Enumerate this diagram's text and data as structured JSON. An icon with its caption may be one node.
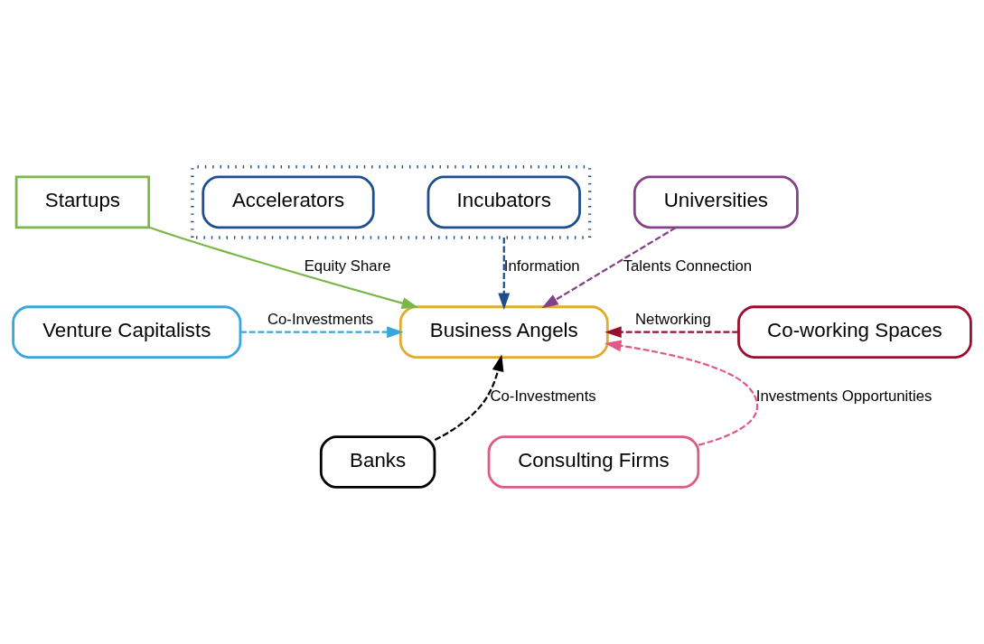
{
  "diagram": {
    "nodes": [
      {
        "text": [
          "Startups"
        ]
      },
      {
        "text": [],
        "shape": "box"
      },
      {
        "text": [
          "Incubators"
        ],
        "in": 1
      },
      {
        "text": [
          "Accelerators"
        ],
        "in": 1
      },
      {
        "text": [
          "Universities"
        ]
      },
      {
        "text": [
          "Business Angels"
        ]
      },
      {
        "text": [
          "Co-working Spaces"
        ]
      },
      {
        "text": [
          "Venture Capitalists"
        ]
      },
      {
        "text": [
          "Banks"
        ]
      },
      {
        "text": [
          "Consulting Firms"
        ]
      }
    ],
    "edges": [
      {
        "from": 0,
        "to": 5,
        "arrow": "to",
        "label": "Equity Share",
        "color": "#7ab648"
      },
      {
        "from": 1,
        "to": 5,
        "arrow": "to",
        "label": "Information",
        "style": "dashed",
        "color": "#1f4e8c"
      },
      {
        "from": 4,
        "to": 5,
        "arrow": "to",
        "label": "Talents Connection",
        "style": "dashed",
        "color": "#834187"
      },
      {
        "from": 6,
        "to": 5,
        "arrow": "to",
        "label": "Networking",
        "style": "dashed",
        "color": "#9a0f2f"
      },
      {
        "from": 7,
        "to": 5,
        "arrow": "to",
        "label": "Co-Investments",
        "style": "dashed",
        "color": "#3aa6dd"
      },
      {
        "from": 8,
        "to": 5,
        "arrow": "to",
        "label": "Co-Investments",
        "style": "dashed",
        "color": "#000000"
      },
      {
        "from": 9,
        "to": 5,
        "arrow": "to",
        "label": "Investments Opportunities",
        "style": "dashed",
        "color": "#e05a88"
      }
    ]
  }
}
